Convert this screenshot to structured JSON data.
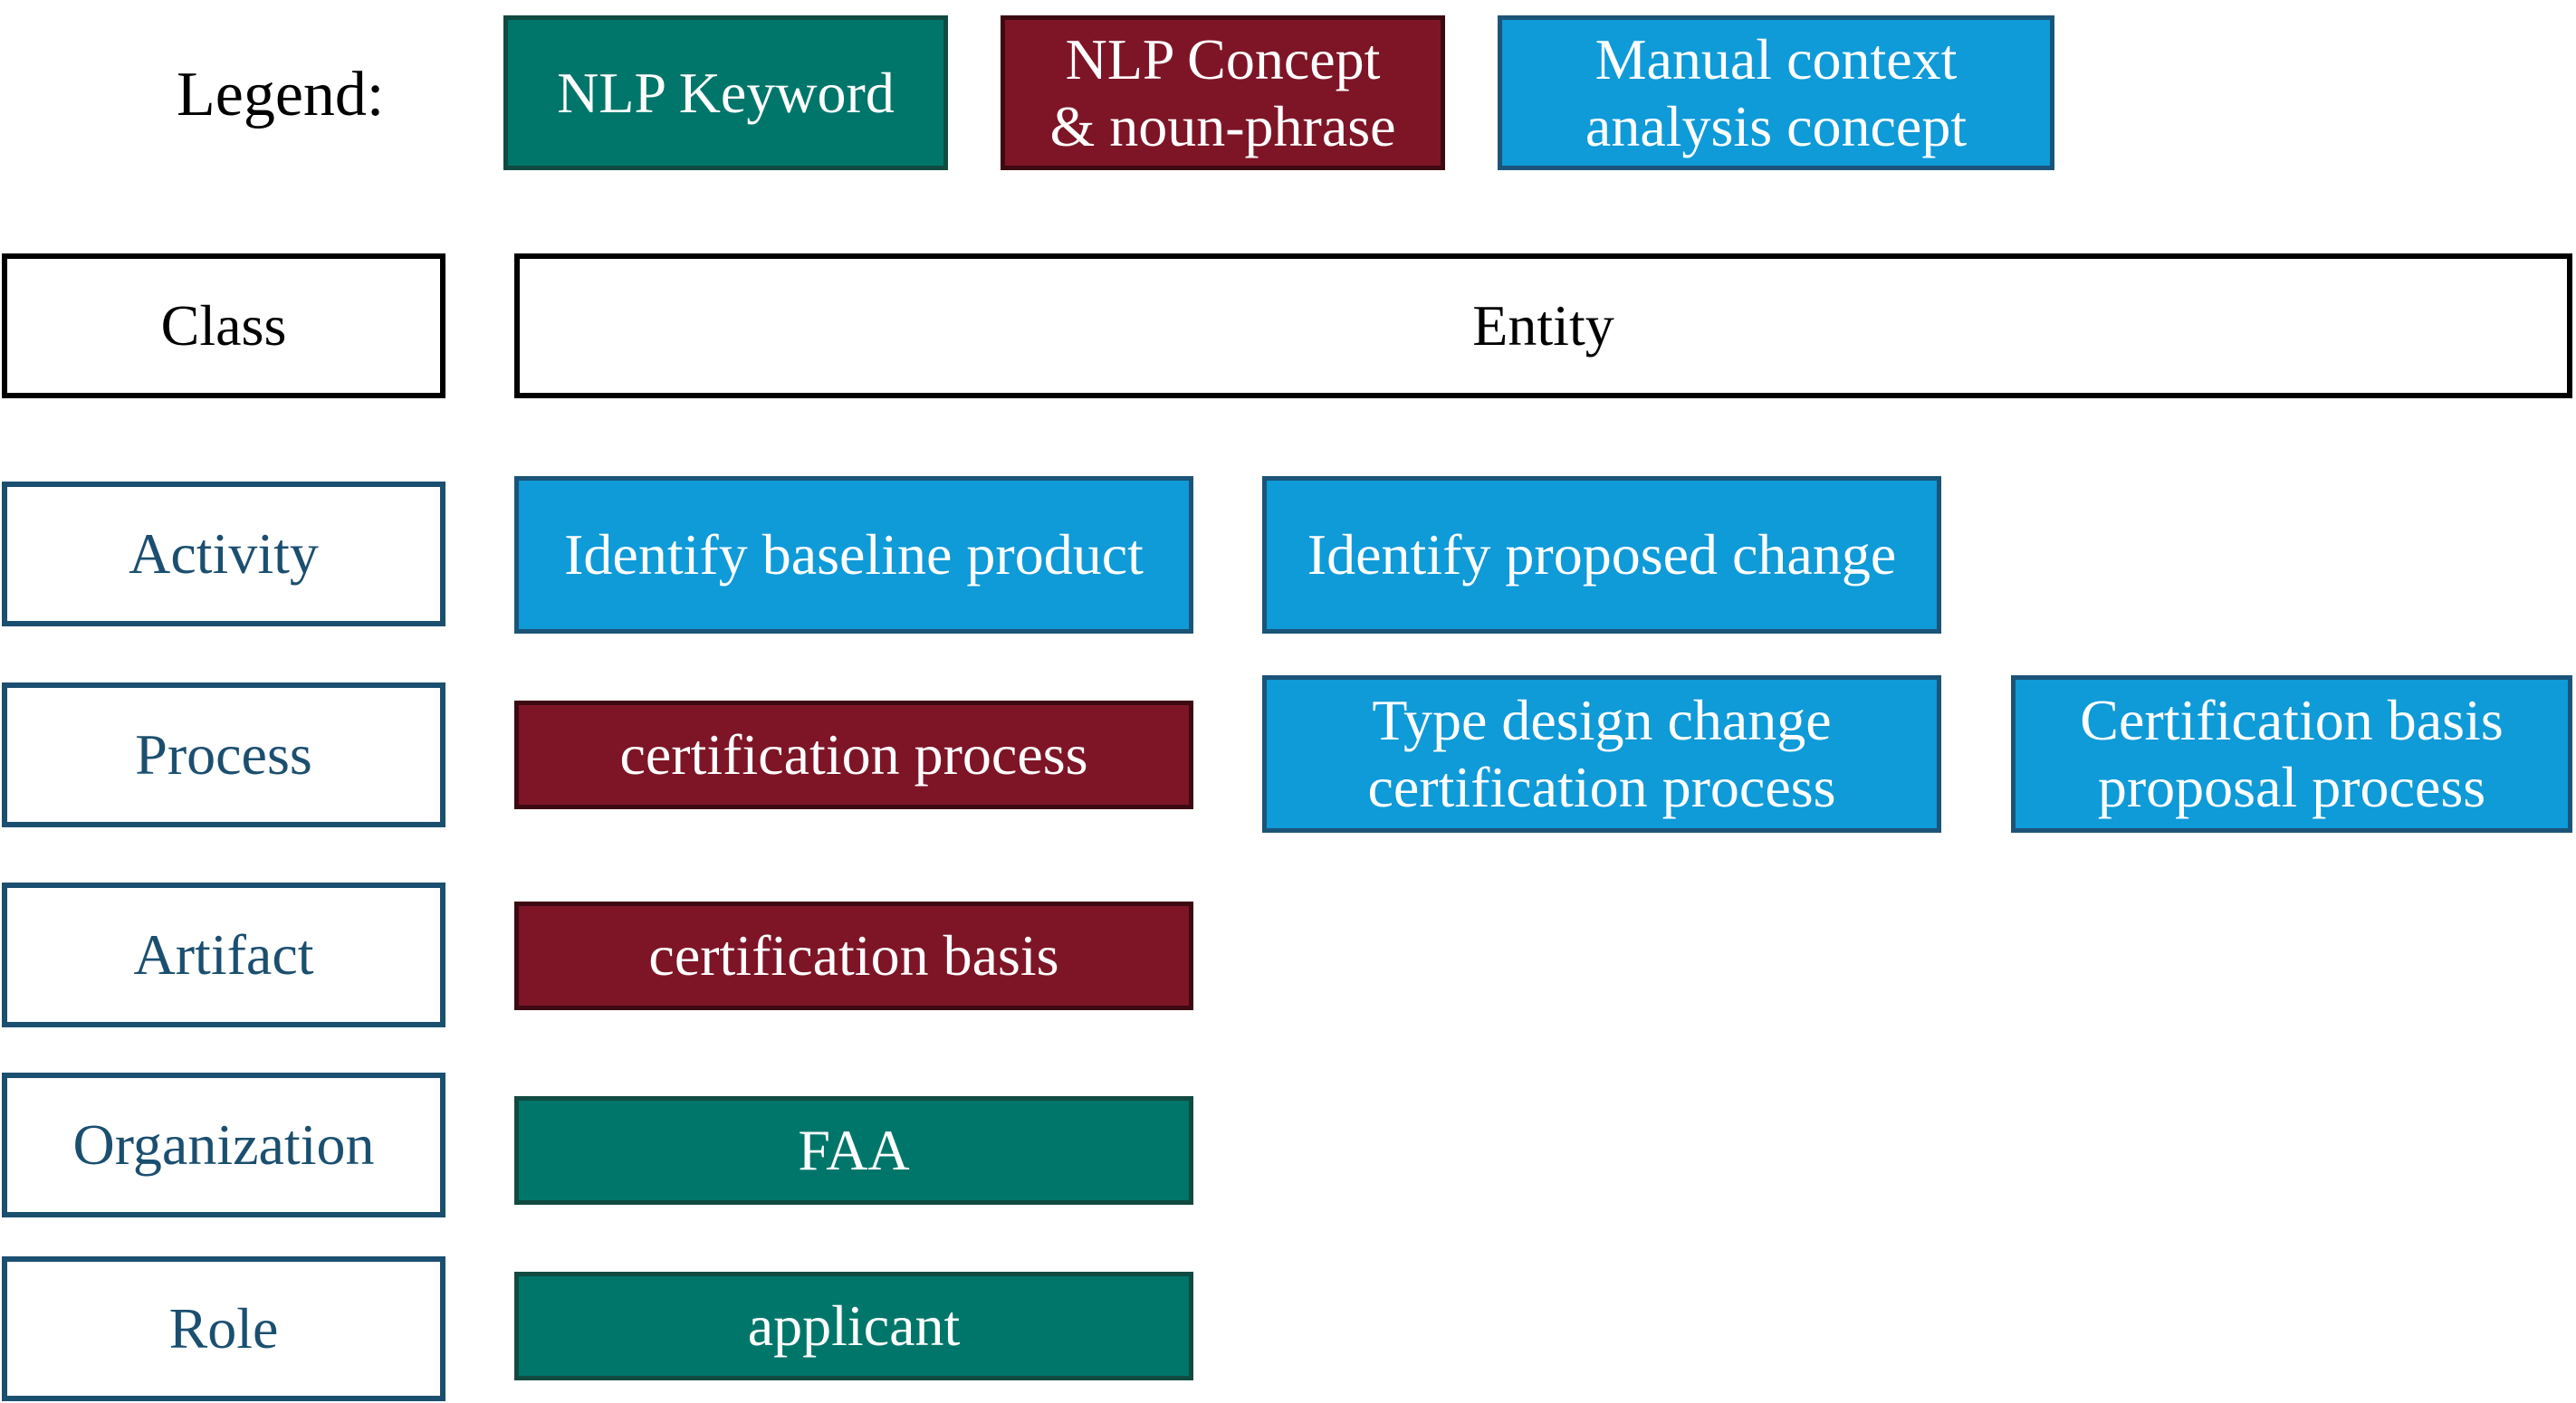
{
  "legend": {
    "label": "Legend:",
    "items": [
      {
        "kind": "nlp-keyword",
        "text": "NLP Keyword"
      },
      {
        "kind": "nlp-concept",
        "text": "NLP Concept\n& noun-phrase"
      },
      {
        "kind": "manual-context",
        "text": "Manual context\nanalysis concept"
      }
    ]
  },
  "headers": {
    "class": "Class",
    "entity": "Entity"
  },
  "rows": [
    {
      "class": "Activity",
      "entities": [
        {
          "kind": "manual-context",
          "text": "Identify baseline product"
        },
        {
          "kind": "manual-context",
          "text": "Identify proposed change"
        }
      ]
    },
    {
      "class": "Process",
      "entities": [
        {
          "kind": "nlp-concept",
          "text": "certification process"
        },
        {
          "kind": "manual-context",
          "text": "Type design change\ncertification process"
        },
        {
          "kind": "manual-context",
          "text": "Certification basis\nproposal process"
        }
      ]
    },
    {
      "class": "Artifact",
      "entities": [
        {
          "kind": "nlp-concept",
          "text": "certification basis"
        }
      ]
    },
    {
      "class": "Organization",
      "entities": [
        {
          "kind": "nlp-keyword",
          "text": "FAA"
        }
      ]
    },
    {
      "class": "Role",
      "entities": [
        {
          "kind": "nlp-keyword",
          "text": "applicant"
        }
      ]
    }
  ],
  "colors": {
    "nlp_keyword": "#00766a",
    "nlp_concept": "#7e1527",
    "manual_context": "#0f9ad8",
    "class_text": "#1b4f70"
  }
}
